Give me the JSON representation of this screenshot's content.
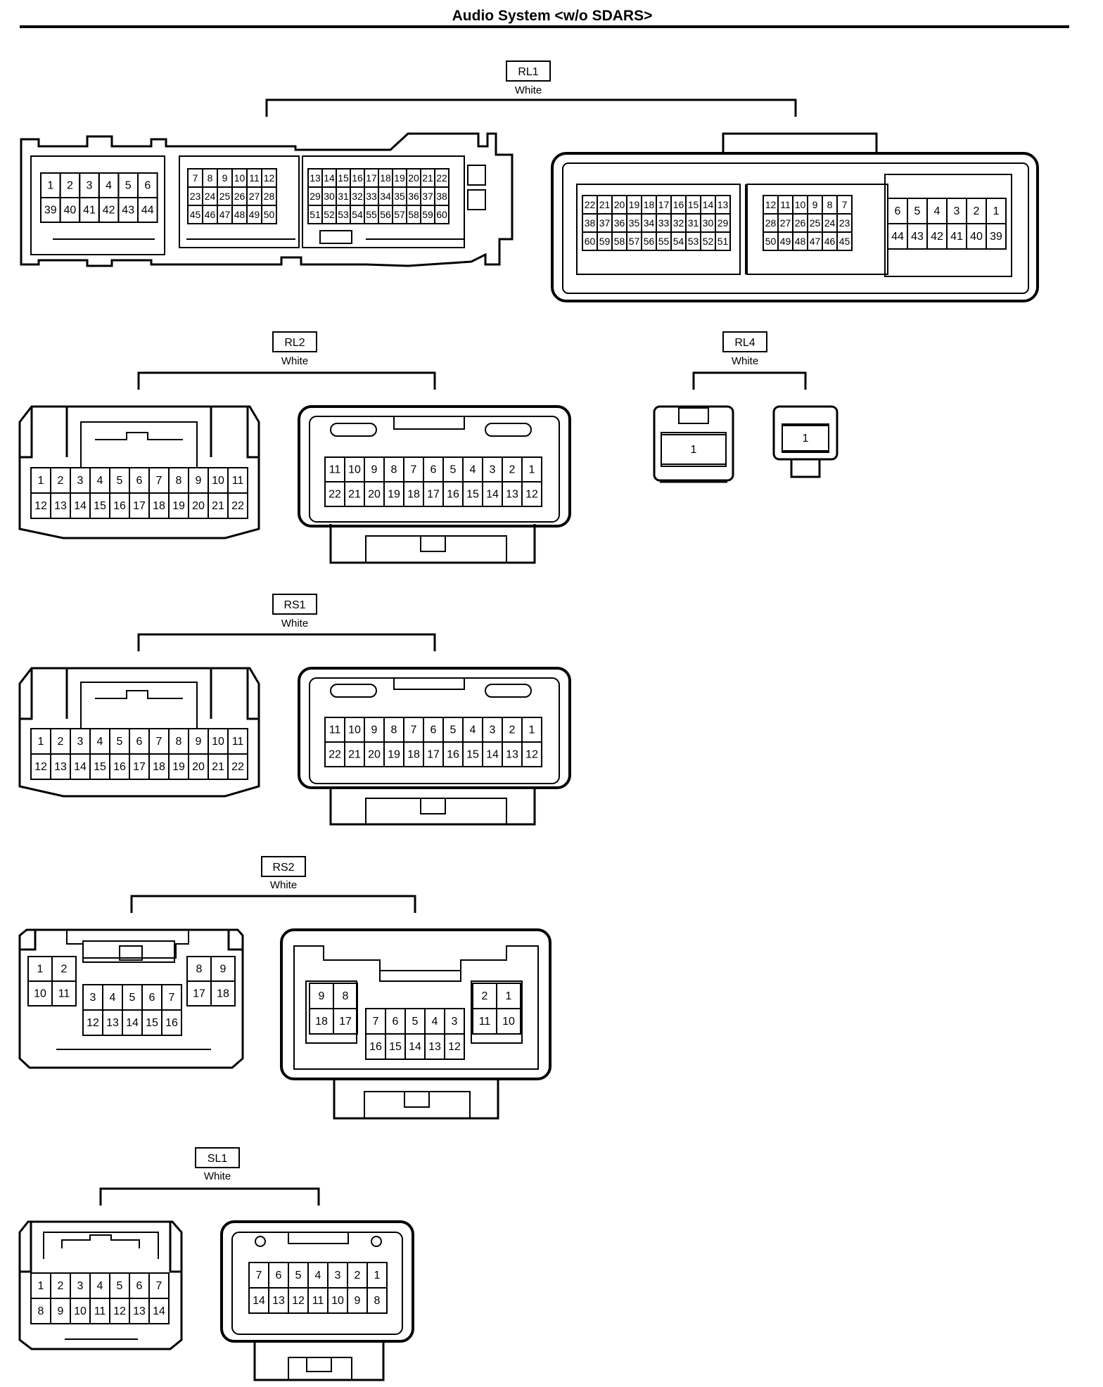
{
  "title": "Audio System <w/o SDARS>",
  "connectors": [
    {
      "id": "RL1",
      "label": "RL1",
      "color": "White"
    },
    {
      "id": "RL2",
      "label": "RL2",
      "color": "White"
    },
    {
      "id": "RL4",
      "label": "RL4",
      "color": "White"
    },
    {
      "id": "RS1",
      "label": "RS1",
      "color": "White"
    },
    {
      "id": "RS2",
      "label": "RS2",
      "color": "White"
    },
    {
      "id": "SL1",
      "label": "SL1",
      "color": "White"
    }
  ],
  "pin_grids": [
    {
      "id": "RL1-female-a",
      "rows": [
        [
          "1",
          "2",
          "3",
          "4",
          "5",
          "6"
        ],
        [
          "39",
          "40",
          "41",
          "42",
          "43",
          "44"
        ]
      ]
    },
    {
      "id": "RL1-female-b",
      "rows": [
        [
          "7",
          "8",
          "9",
          "10",
          "11",
          "12"
        ],
        [
          "23",
          "24",
          "25",
          "26",
          "27",
          "28"
        ],
        [
          "45",
          "46",
          "47",
          "48",
          "49",
          "50"
        ]
      ]
    },
    {
      "id": "RL1-female-c",
      "rows": [
        [
          "13",
          "14",
          "15",
          "16",
          "17",
          "18",
          "19",
          "20",
          "21",
          "22"
        ],
        [
          "29",
          "30",
          "31",
          "32",
          "33",
          "34",
          "35",
          "36",
          "37",
          "38"
        ],
        [
          "51",
          "52",
          "53",
          "54",
          "55",
          "56",
          "57",
          "58",
          "59",
          "60"
        ]
      ]
    },
    {
      "id": "RL1-male-a",
      "rows": [
        [
          "22",
          "21",
          "20",
          "19",
          "18",
          "17",
          "16",
          "15",
          "14",
          "13"
        ],
        [
          "38",
          "37",
          "36",
          "35",
          "34",
          "33",
          "32",
          "31",
          "30",
          "29"
        ],
        [
          "60",
          "59",
          "58",
          "57",
          "56",
          "55",
          "54",
          "53",
          "52",
          "51"
        ]
      ]
    },
    {
      "id": "RL1-male-b",
      "rows": [
        [
          "12",
          "11",
          "10",
          "9",
          "8",
          "7"
        ],
        [
          "28",
          "27",
          "26",
          "25",
          "24",
          "23"
        ],
        [
          "50",
          "49",
          "48",
          "47",
          "46",
          "45"
        ]
      ]
    },
    {
      "id": "RL1-male-c",
      "rows": [
        [
          "6",
          "5",
          "4",
          "3",
          "2",
          "1"
        ],
        [
          "44",
          "43",
          "42",
          "41",
          "40",
          "39"
        ]
      ]
    },
    {
      "id": "RL2-female",
      "rows": [
        [
          "1",
          "2",
          "3",
          "4",
          "5",
          "6",
          "7",
          "8",
          "9",
          "10",
          "11"
        ],
        [
          "12",
          "13",
          "14",
          "15",
          "16",
          "17",
          "18",
          "19",
          "20",
          "21",
          "22"
        ]
      ]
    },
    {
      "id": "RL2-male",
      "rows": [
        [
          "11",
          "10",
          "9",
          "8",
          "7",
          "6",
          "5",
          "4",
          "3",
          "2",
          "1"
        ],
        [
          "22",
          "21",
          "20",
          "19",
          "18",
          "17",
          "16",
          "15",
          "14",
          "13",
          "12"
        ]
      ]
    },
    {
      "id": "RL4-female",
      "rows": [
        [
          "1"
        ]
      ]
    },
    {
      "id": "RL4-male",
      "rows": [
        [
          "1"
        ]
      ]
    },
    {
      "id": "RS1-female",
      "rows": [
        [
          "1",
          "2",
          "3",
          "4",
          "5",
          "6",
          "7",
          "8",
          "9",
          "10",
          "11"
        ],
        [
          "12",
          "13",
          "14",
          "15",
          "16",
          "17",
          "18",
          "19",
          "20",
          "21",
          "22"
        ]
      ]
    },
    {
      "id": "RS1-male",
      "rows": [
        [
          "11",
          "10",
          "9",
          "8",
          "7",
          "6",
          "5",
          "4",
          "3",
          "2",
          "1"
        ],
        [
          "22",
          "21",
          "20",
          "19",
          "18",
          "17",
          "16",
          "15",
          "14",
          "13",
          "12"
        ]
      ]
    },
    {
      "id": "RS2-female-left",
      "rows": [
        [
          "1",
          "2"
        ],
        [
          "10",
          "11"
        ]
      ]
    },
    {
      "id": "RS2-female-mid",
      "rows": [
        [
          "3",
          "4",
          "5",
          "6",
          "7"
        ],
        [
          "12",
          "13",
          "14",
          "15",
          "16"
        ]
      ]
    },
    {
      "id": "RS2-female-right",
      "rows": [
        [
          "8",
          "9"
        ],
        [
          "17",
          "18"
        ]
      ]
    },
    {
      "id": "RS2-male-left",
      "rows": [
        [
          "9",
          "8"
        ],
        [
          "18",
          "17"
        ]
      ]
    },
    {
      "id": "RS2-male-mid",
      "rows": [
        [
          "7",
          "6",
          "5",
          "4",
          "3"
        ],
        [
          "16",
          "15",
          "14",
          "13",
          "12"
        ]
      ]
    },
    {
      "id": "RS2-male-right",
      "rows": [
        [
          "2",
          "1"
        ],
        [
          "11",
          "10"
        ]
      ]
    },
    {
      "id": "SL1-female",
      "rows": [
        [
          "1",
          "2",
          "3",
          "4",
          "5",
          "6",
          "7"
        ],
        [
          "8",
          "9",
          "10",
          "11",
          "12",
          "13",
          "14"
        ]
      ]
    },
    {
      "id": "SL1-male",
      "rows": [
        [
          "7",
          "6",
          "5",
          "4",
          "3",
          "2",
          "1"
        ],
        [
          "14",
          "13",
          "12",
          "11",
          "10",
          "9",
          "8"
        ]
      ]
    }
  ]
}
